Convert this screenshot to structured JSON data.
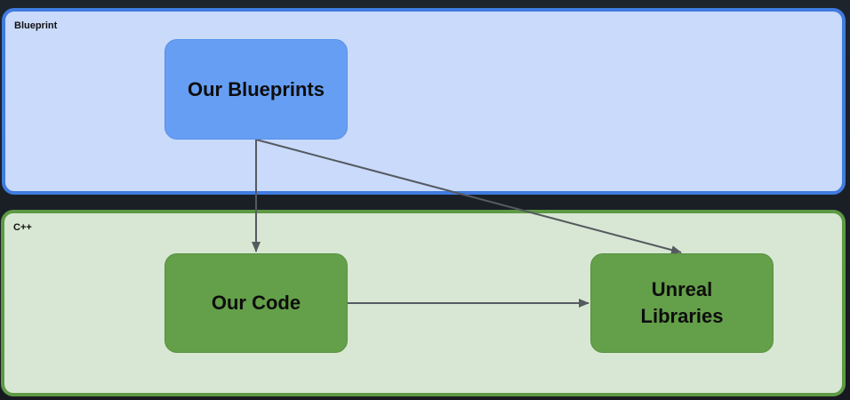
{
  "groups": {
    "blueprint_label": "Blueprint",
    "cpp_label": "C++"
  },
  "nodes": {
    "our_blueprints": "Our Blueprints",
    "our_code": "Our Code",
    "unreal_libraries": "Unreal\nLibraries"
  },
  "edges": [
    {
      "from": "Our Blueprints",
      "to": "Our Code"
    },
    {
      "from": "Our Blueprints",
      "to": "Unreal Libraries"
    },
    {
      "from": "Our Code",
      "to": "Unreal Libraries"
    }
  ],
  "colors": {
    "blueprint_fill": "#c9dafa",
    "blueprint_border": "#3f7be0",
    "cpp_fill": "#d8e7d3",
    "cpp_border": "#5e9944",
    "blue_node": "#659ef2",
    "green_node": "#649f49",
    "edge": "#555a60"
  }
}
